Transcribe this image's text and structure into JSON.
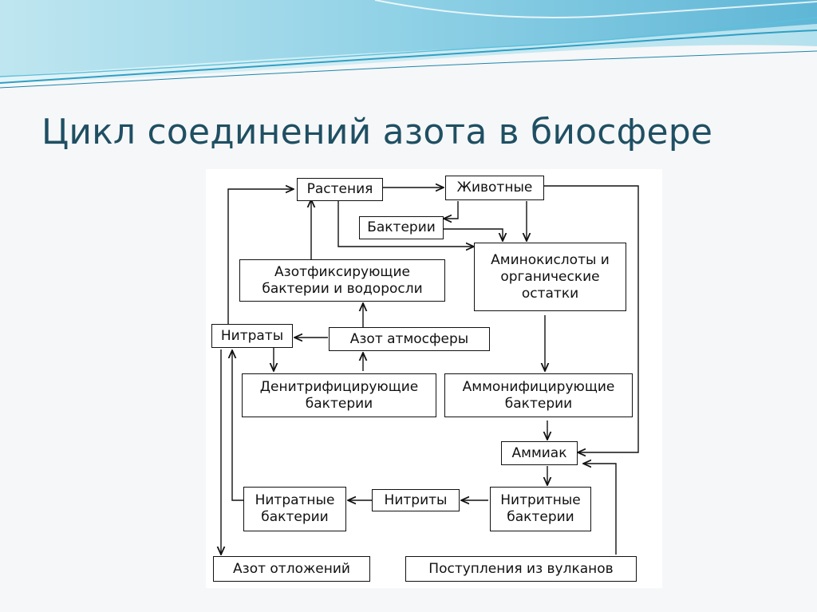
{
  "slide": {
    "title": "Цикл соединений азота в биосфере"
  },
  "nodes": {
    "plants": "Растения",
    "animals": "Животные",
    "bacteria": "Бактерии",
    "amino": "Аминокислоты и\nорганические\nостатки",
    "nfix": "Азотфиксирующие\nбактерии и водоросли",
    "nitrates": "Нитраты",
    "atm": "Азот атмосферы",
    "denitr": "Денитрифицирующие\nбактерии",
    "ammonif": "Аммонифицирующие\nбактерии",
    "ammonia": "Аммиак",
    "nitrate_bact": "Нитратные\nбактерии",
    "nitrites": "Нитриты",
    "nitrite_bact": "Нитритные\nбактерии",
    "deposits": "Азот отложений",
    "volcanoes": "Поступления из вулканов"
  }
}
